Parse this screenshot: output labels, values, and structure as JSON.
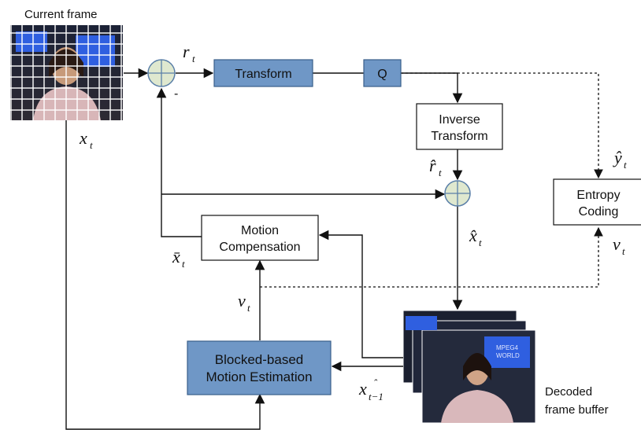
{
  "labels": {
    "current_frame": "Current frame",
    "decoded_buffer_line1": "Decoded",
    "decoded_buffer_line2": "frame buffer",
    "minus_sign": "-"
  },
  "blocks": {
    "transform": "Transform",
    "quantizer": "Q",
    "inverse_transform_line1": "Inverse",
    "inverse_transform_line2": "Transform",
    "entropy_coding_line1": "Entropy",
    "entropy_coding_line2": "Coding",
    "motion_comp_line1": "Motion",
    "motion_comp_line2": "Compensation",
    "motion_est_line1": "Blocked-based",
    "motion_est_line2": "Motion Estimation"
  },
  "symbols": {
    "x_t": {
      "base": "x",
      "sub": "t"
    },
    "r_t": {
      "base": "r",
      "sub": "t"
    },
    "r_hat_t": {
      "base": "r̂",
      "sub": "t"
    },
    "x_hat_t": {
      "base": "x̂",
      "sub": "t"
    },
    "x_bar_t": {
      "base": "x̄",
      "sub": "t"
    },
    "y_hat_t": {
      "base": "ŷ",
      "sub": "t"
    },
    "v_t_entropy": {
      "base": "v",
      "sub": "t"
    },
    "v_t_motion": {
      "base": "v",
      "sub": "t"
    },
    "x_hat_t_minus_1": {
      "base": "x",
      "sub": "t−1",
      "accent": "ˆ"
    }
  },
  "image_overlay_text": {
    "mpeg4_line1": "MPEG4",
    "mpeg4_line2": "WORLD"
  },
  "colors": {
    "block_fill_blue": "#6f97c6",
    "block_stroke_blue": "#3a5f8a",
    "summer_fill": "#dfe8cf",
    "summer_stroke": "#5a7fa8",
    "line": "#111111"
  }
}
